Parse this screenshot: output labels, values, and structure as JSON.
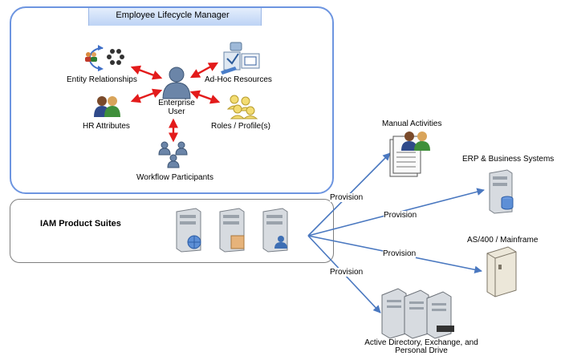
{
  "lifecycle_panel": {
    "title": "Employee Lifecycle Manager",
    "center_label_line1": "Enterprise",
    "center_label_line2": "User",
    "nodes": {
      "entity_relationships": "Entity Relationships",
      "ad_hoc_resources": "Ad-Hoc Resources",
      "hr_attributes": "HR Attributes",
      "roles_profiles": "Roles / Profile(s)",
      "workflow_participants": "Workflow Participants"
    }
  },
  "iam_panel": {
    "title": "IAM Product Suites"
  },
  "targets": {
    "manual_activities": "Manual Activities",
    "erp_systems": "ERP & Business Systems",
    "as400": "AS/400 / Mainframe",
    "ad_line1": "Active Directory, Exchange, and",
    "ad_line2": "Personal Drive"
  },
  "connections": {
    "provision_label": "Provision"
  },
  "colors": {
    "panel_border": "#6d95e0",
    "panel_header": "#c9dcf8",
    "arrow_red": "#e31b1b",
    "provision_line": "#4a78c0",
    "iam_border": "#7f7f7f"
  }
}
